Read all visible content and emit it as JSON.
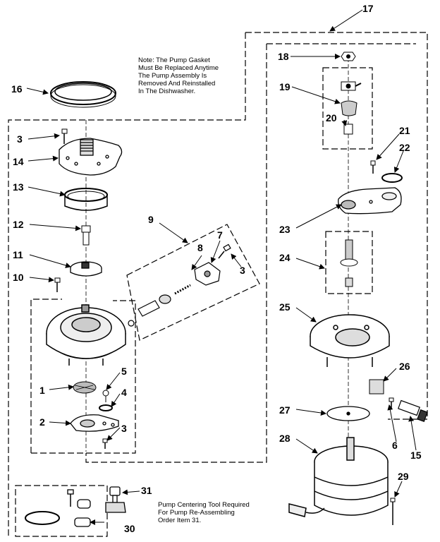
{
  "note": [
    "Note: The Pump Gasket",
    "Must Be Replaced Anytime",
    "The Pump Assembly Is",
    "Removed And Reinstalled",
    "In The Dishwasher."
  ],
  "tool_note": [
    "Pump Centering Tool Required",
    "For Pump Re-Assembling",
    "Order Item 31."
  ],
  "callouts": {
    "c1": "1",
    "c2": "2",
    "c3a": "3",
    "c3b": "3",
    "c3c": "3",
    "c4": "4",
    "c5": "5",
    "c6": "6",
    "c7": "7",
    "c8": "8",
    "c9": "9",
    "c10": "10",
    "c11": "11",
    "c12": "12",
    "c13": "13",
    "c14": "14",
    "c15": "15",
    "c16": "16",
    "c17": "17",
    "c18": "18",
    "c19": "19",
    "c20": "20",
    "c21": "21",
    "c22": "22",
    "c23": "23",
    "c24": "24",
    "c25": "25",
    "c26": "26",
    "c27": "27",
    "c28": "28",
    "c29": "29",
    "c30": "30",
    "c31": "31"
  }
}
